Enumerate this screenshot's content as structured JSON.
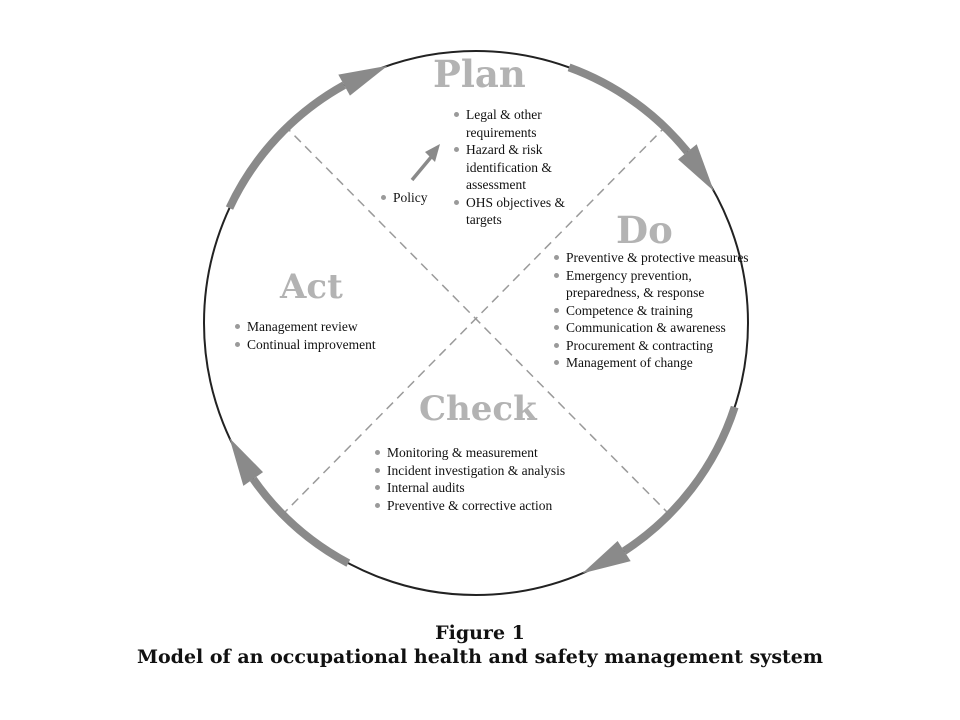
{
  "phases": {
    "plan": {
      "title": "Plan",
      "pre_item": "Policy",
      "items": [
        "Legal & other requirements",
        "Hazard & risk identification & assessment",
        "OHS objectives & targets"
      ]
    },
    "do": {
      "title": "Do",
      "items": [
        "Preventive & protective measures",
        "Emergency prevention, preparedness, & response",
        "Competence & training",
        "Communication & awareness",
        "Procurement & contracting",
        "Management of change"
      ]
    },
    "check": {
      "title": "Check",
      "items": [
        "Monitoring & measurement",
        "Incident investigation & analysis",
        "Internal audits",
        "Preventive & corrective action"
      ]
    },
    "act": {
      "title": "Act",
      "items": [
        "Management review",
        "Continual improvement"
      ]
    }
  },
  "caption": {
    "figure": "Figure 1",
    "title": "Model of an occupational health and safety management system"
  },
  "colors": {
    "phase_title": "#b3b3b3",
    "circle": "#222222",
    "arrow": "#8a8a8a",
    "divider": "#9a9a9a",
    "bullet": "#9a9a9a"
  }
}
